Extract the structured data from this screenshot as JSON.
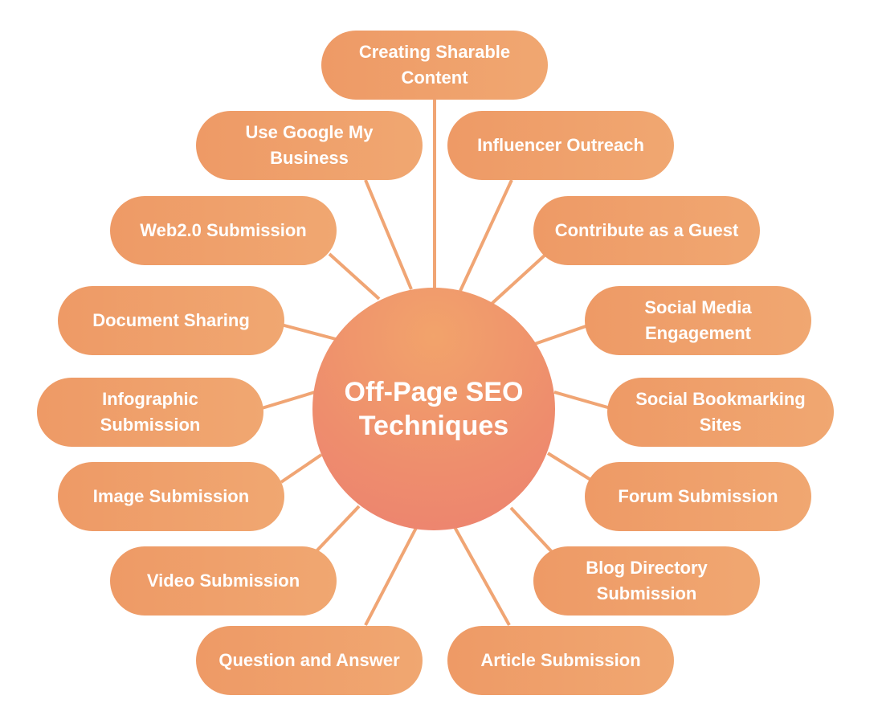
{
  "hub": {
    "line1": "Off-Page SEO",
    "line2": "Techniques"
  },
  "techniques": [
    {
      "line1": "Creating Sharable",
      "line2": "Content"
    },
    {
      "line1": "Influencer Outreach",
      "line2": ""
    },
    {
      "line1": "Contribute as a Guest",
      "line2": ""
    },
    {
      "line1": "Social Media",
      "line2": "Engagement"
    },
    {
      "line1": "Social Bookmarking",
      "line2": "Sites"
    },
    {
      "line1": "Forum Submission",
      "line2": ""
    },
    {
      "line1": "Blog Directory",
      "line2": "Submission"
    },
    {
      "line1": "Article Submission",
      "line2": ""
    },
    {
      "line1": "Question and Answer",
      "line2": ""
    },
    {
      "line1": "Video Submission",
      "line2": ""
    },
    {
      "line1": "Image Submission",
      "line2": ""
    },
    {
      "line1": "Infographic",
      "line2": "Submission"
    },
    {
      "line1": "Document Sharing",
      "line2": ""
    },
    {
      "line1": "Web2.0 Submission",
      "line2": ""
    },
    {
      "line1": "Use Google My",
      "line2": "Business"
    }
  ],
  "colors": {
    "pill": "#ef9f6b",
    "connector": "#f0a574",
    "hub": "#ee8d6d"
  }
}
